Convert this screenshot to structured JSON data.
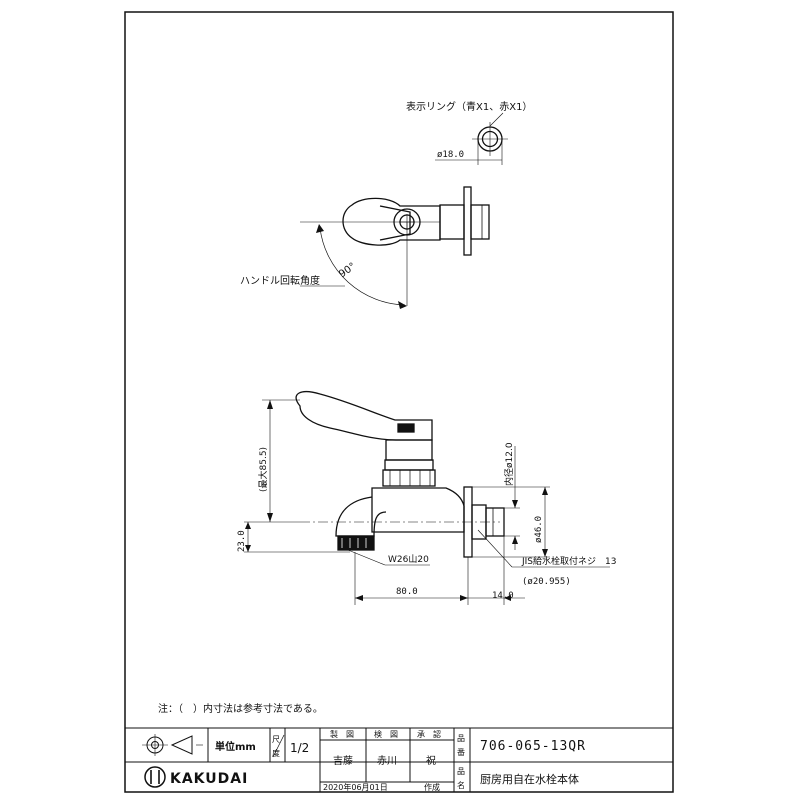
{
  "drawing": {
    "display_ring_label": "表示リング（青X1、赤X1）",
    "ring_diameter": "ø18.0",
    "handle_rotation_label": "ハンドル回転角度",
    "handle_rotation_angle": "90°",
    "max_height": "(最大85.5)",
    "height_23": "23.0",
    "spout_thread": "W26山20",
    "inner_diameter": "内径ø12.0",
    "flange_diameter": "ø46.0",
    "jis_thread": "JIS給水栓取付ネジ　13",
    "jis_thread_dia": "(ø20.955)",
    "length_80": "80.0",
    "length_14": "14.0"
  },
  "note": "注：（　）内寸法は参考寸法である。",
  "title_block": {
    "units_label": "単位mm",
    "scale_label_1": "尺",
    "scale_label_2": "度",
    "scale_value": "1/2",
    "designed_header": "製　図",
    "checked_header": "検　図",
    "approved_header": "承　認",
    "designed_by": "吉藤",
    "checked_by": "赤川",
    "approved_by": "祝",
    "product_number_label_1": "品",
    "product_number_label_2": "番",
    "product_number": "706-065-13QR",
    "product_name_label_1": "品",
    "product_name_label_2": "名",
    "product_name": "厨房用自在水栓本体",
    "date": "2020年06月01日",
    "date_suffix": "作成",
    "company": "KAKUDAI"
  }
}
